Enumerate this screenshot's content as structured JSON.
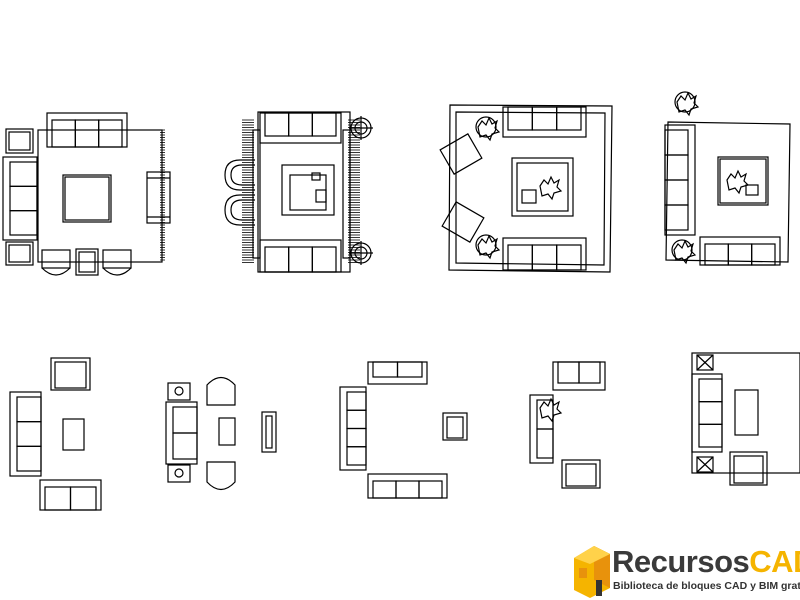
{
  "logo": {
    "brand_part1": "Recursos",
    "brand_part2": "CAD",
    "tagline": "Biblioteca de bloques CAD y BIM gratuita",
    "colors": {
      "primary": "#f5b400",
      "secondary": "#e8920c",
      "text": "#3a3a3a"
    }
  },
  "drawing": {
    "line_color": "#000000",
    "background": "#ffffff",
    "blocks": [
      "living-room-layout-1",
      "living-room-layout-2",
      "living-room-layout-3",
      "living-room-layout-4",
      "living-room-layout-5",
      "living-room-layout-6",
      "living-room-layout-7",
      "living-room-layout-8",
      "living-room-layout-9"
    ]
  }
}
